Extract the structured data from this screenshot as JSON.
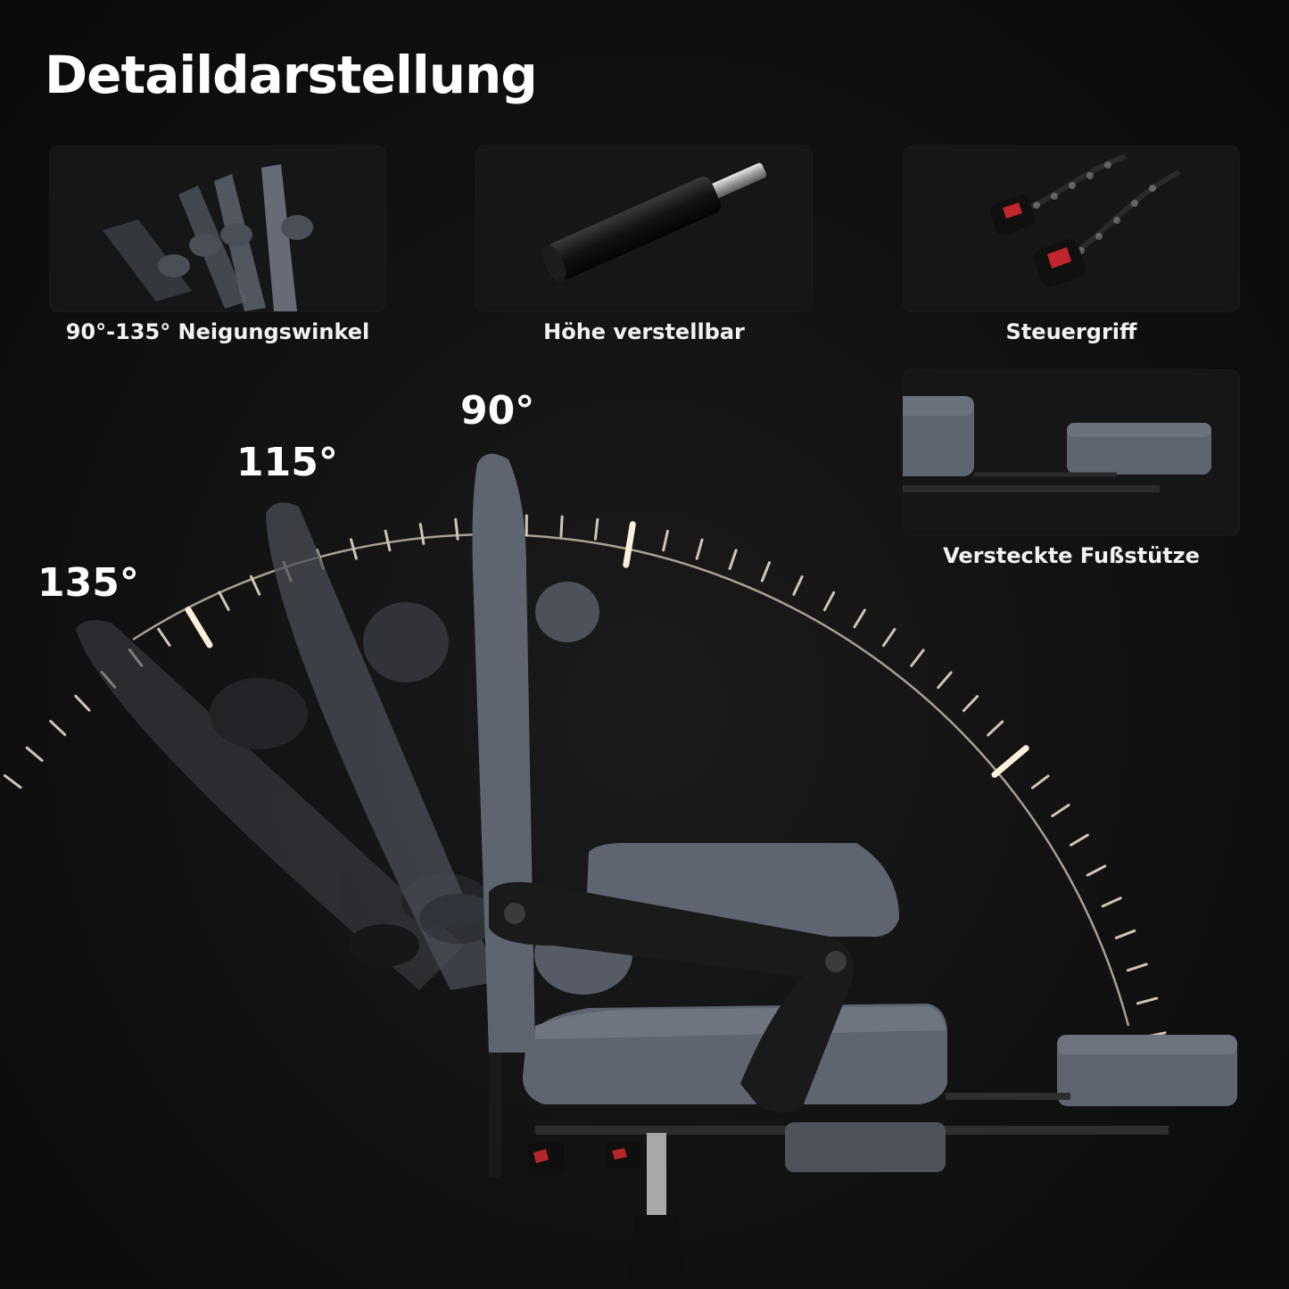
{
  "title": "Detaildarstellung",
  "features": [
    {
      "label": "90°-135° Neigungswinkel",
      "icon": "recline-icon"
    },
    {
      "label": "Höhe verstellbar",
      "icon": "gas-cylinder-icon"
    },
    {
      "label": "Steuergriff",
      "icon": "control-lever-icon"
    },
    {
      "label": "Versteckte Fußstütze",
      "icon": "footrest-icon"
    }
  ],
  "angles": {
    "a90": "90°",
    "a115": "115°",
    "a135": "135°"
  },
  "colors": {
    "background": "#111111",
    "chair_gray": "#5f6570",
    "accent": "#f4e7d0"
  }
}
